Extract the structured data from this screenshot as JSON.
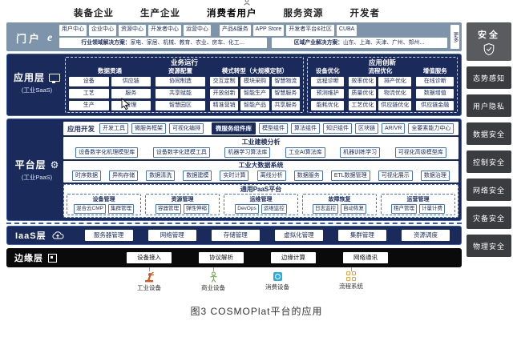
{
  "caption": "图3  COSMOPlat平台的应用",
  "top_users": [
    "装备企业",
    "生产企业",
    "消费者用户",
    "服务资源",
    "开发者"
  ],
  "portal": {
    "label": "门户",
    "centers": [
      "用户中心",
      "企业中心",
      "资源中心",
      "开发者中心",
      "运营中心"
    ],
    "products": [
      "产品&服务",
      "APP Store",
      "开发者平台&社区",
      "CUBA"
    ],
    "more": "更多",
    "industry_label": "行业领域解决方案：",
    "industry_items": "家电、家居、机械、教育、农业、房车、化工…",
    "region_label": "区域产业解决方案：",
    "region_items": "山东、上海、天津、广州、郑州…"
  },
  "app_layer": {
    "label": "应用层",
    "sublabel": "(工业SaaS)",
    "business_run": {
      "title": "业务运行",
      "groups": [
        {
          "title": "数据贯通",
          "items": [
            "设备",
            "供应链",
            "工艺",
            "服务",
            "生产",
            "管理"
          ]
        },
        {
          "title": "资源配置",
          "items": [
            "协同制造",
            "共享赋能",
            "智慧园区"
          ]
        },
        {
          "title": "模式转型（大规模定制）",
          "items": [
            "交互定制",
            "模块采购",
            "智慧物流",
            "开放创新",
            "智能生产",
            "智慧服务",
            "精准营销",
            "智能产品",
            "共享服务"
          ]
        }
      ]
    },
    "app_innovation": {
      "title": "应用创新",
      "groups": [
        {
          "title": "设备优化",
          "items": [
            "远程诊断",
            "预测维护",
            "能耗优化"
          ]
        },
        {
          "title": "流程优化",
          "items": [
            "效率优化",
            "排产优化",
            "质量优化",
            "物流优化",
            "工艺优化",
            "供应链优化"
          ]
        },
        {
          "title": "增值服务",
          "items": [
            "在线诊断",
            "数据增值",
            "供应链金融"
          ]
        }
      ]
    }
  },
  "platform_layer": {
    "label": "平台层",
    "sublabel": "(工业PaaS)",
    "app_dev": {
      "title": "应用开发",
      "items": [
        "开发工具",
        "微服务框架",
        "可视化编排"
      ]
    },
    "microservice": {
      "title": "微服务组件库",
      "items": [
        "模型组件",
        "算法组件",
        "知识组件",
        "区块链",
        "AR/VR",
        "全要素能力中心"
      ]
    },
    "modeling": {
      "title": "工业建模分析",
      "items": [
        "设备数字化机理模型库",
        "设备数字化建模工具",
        "机器学习算法库",
        "工业AI算法库",
        "机器训练学习",
        "可视化高级模型库"
      ]
    },
    "bigdata": {
      "title": "工业大数据系统",
      "items": [
        "时序数据",
        "异构存储",
        "数据清洗",
        "数据建模",
        "实时计算",
        "离线分析",
        "数据服务",
        "ETL数据管理",
        "可视化展示",
        "数据治理"
      ]
    },
    "paas": {
      "title": "通用PaaS平台",
      "groups": [
        {
          "title": "设备管理",
          "items": [
            "混合云CMP",
            "集群管理"
          ]
        },
        {
          "title": "资源管理",
          "items": [
            "容器管理",
            "弹性伸缩"
          ]
        },
        {
          "title": "运维管理",
          "items": [
            "DevOps",
            "运维监控"
          ]
        },
        {
          "title": "故障恢复",
          "items": [
            "日志监控",
            "自动恢复"
          ]
        },
        {
          "title": "运营管理",
          "items": [
            "租户管理",
            "计量计费"
          ]
        }
      ]
    }
  },
  "iaas_layer": {
    "label": "IaaS层",
    "items": [
      "服务器管理",
      "网络管理",
      "存储管理",
      "虚拟化管理",
      "集群管理",
      "资源调度"
    ]
  },
  "edge_layer": {
    "label": "边缘层",
    "items": [
      "设备接入",
      "协议解析",
      "边缘计算",
      "网络通讯"
    ]
  },
  "devices": [
    {
      "label": "工业设备",
      "icon": "robot-arm-icon",
      "color": "#d4581f"
    },
    {
      "label": "商业设备",
      "icon": "person-icon",
      "color": "#7fae62"
    },
    {
      "label": "消费设备",
      "icon": "appliance-icon",
      "color": "#29abe2"
    },
    {
      "label": "流程系统",
      "icon": "grid-icon",
      "color": "#e8a33d"
    }
  ],
  "security": {
    "title": "安全",
    "items": [
      "态势感知",
      "用户隐私",
      "数据安全",
      "控制安全",
      "网络安全",
      "灾备安全",
      "物理安全"
    ]
  },
  "icons": {
    "portal": "ie-e-icon",
    "app_layer": "monitor-icon",
    "platform_layer": "gear-icon",
    "iaas_layer": "cloud-upload-icon",
    "edge_layer": "chip-icon",
    "security": "shield-check-icon",
    "consumer_user": "person-icon",
    "pointer": "mouse-cursor-icon"
  },
  "colors": {
    "layer_navy": "#1a2a5a",
    "portal_blue": "#7d94aa",
    "edge_black": "#0a0a0a",
    "security_header": "#5a5b5f",
    "security_item": "#3b3c40",
    "button_border": "#4472c4"
  }
}
